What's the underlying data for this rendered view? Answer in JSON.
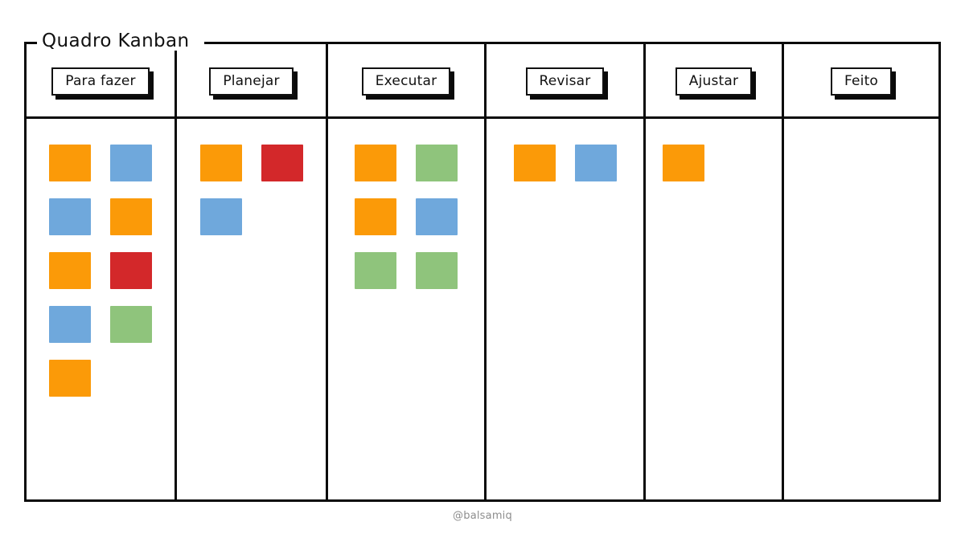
{
  "board": {
    "title": "Quadro Kanban",
    "palette": {
      "orange": "#FB9A08",
      "blue": "#6FA8DC",
      "red": "#D3282A",
      "green": "#8FC47C",
      "ink": "#0a0a0a",
      "paper": "#ffffff"
    },
    "columns": [
      {
        "id": "para-fazer",
        "label": "Para fazer",
        "card_rows": [
          [
            "orange",
            "blue"
          ],
          [
            "blue",
            "orange"
          ],
          [
            "orange",
            "red"
          ],
          [
            "blue",
            "green"
          ],
          [
            "orange",
            null
          ]
        ]
      },
      {
        "id": "planejar",
        "label": "Planejar",
        "card_rows": [
          [
            "orange",
            "red"
          ],
          [
            "blue",
            null
          ]
        ]
      },
      {
        "id": "executar",
        "label": "Executar",
        "card_rows": [
          [
            "orange",
            "green"
          ],
          [
            "orange",
            "blue"
          ],
          [
            "green",
            "green"
          ]
        ]
      },
      {
        "id": "revisar",
        "label": "Revisar",
        "card_rows": [
          [
            "orange",
            "blue"
          ]
        ]
      },
      {
        "id": "ajustar",
        "label": "Ajustar",
        "card_rows": [
          [
            "orange",
            null
          ]
        ]
      },
      {
        "id": "feito",
        "label": "Feito",
        "card_rows": []
      }
    ]
  },
  "footer": {
    "credit": "@balsamiq"
  }
}
